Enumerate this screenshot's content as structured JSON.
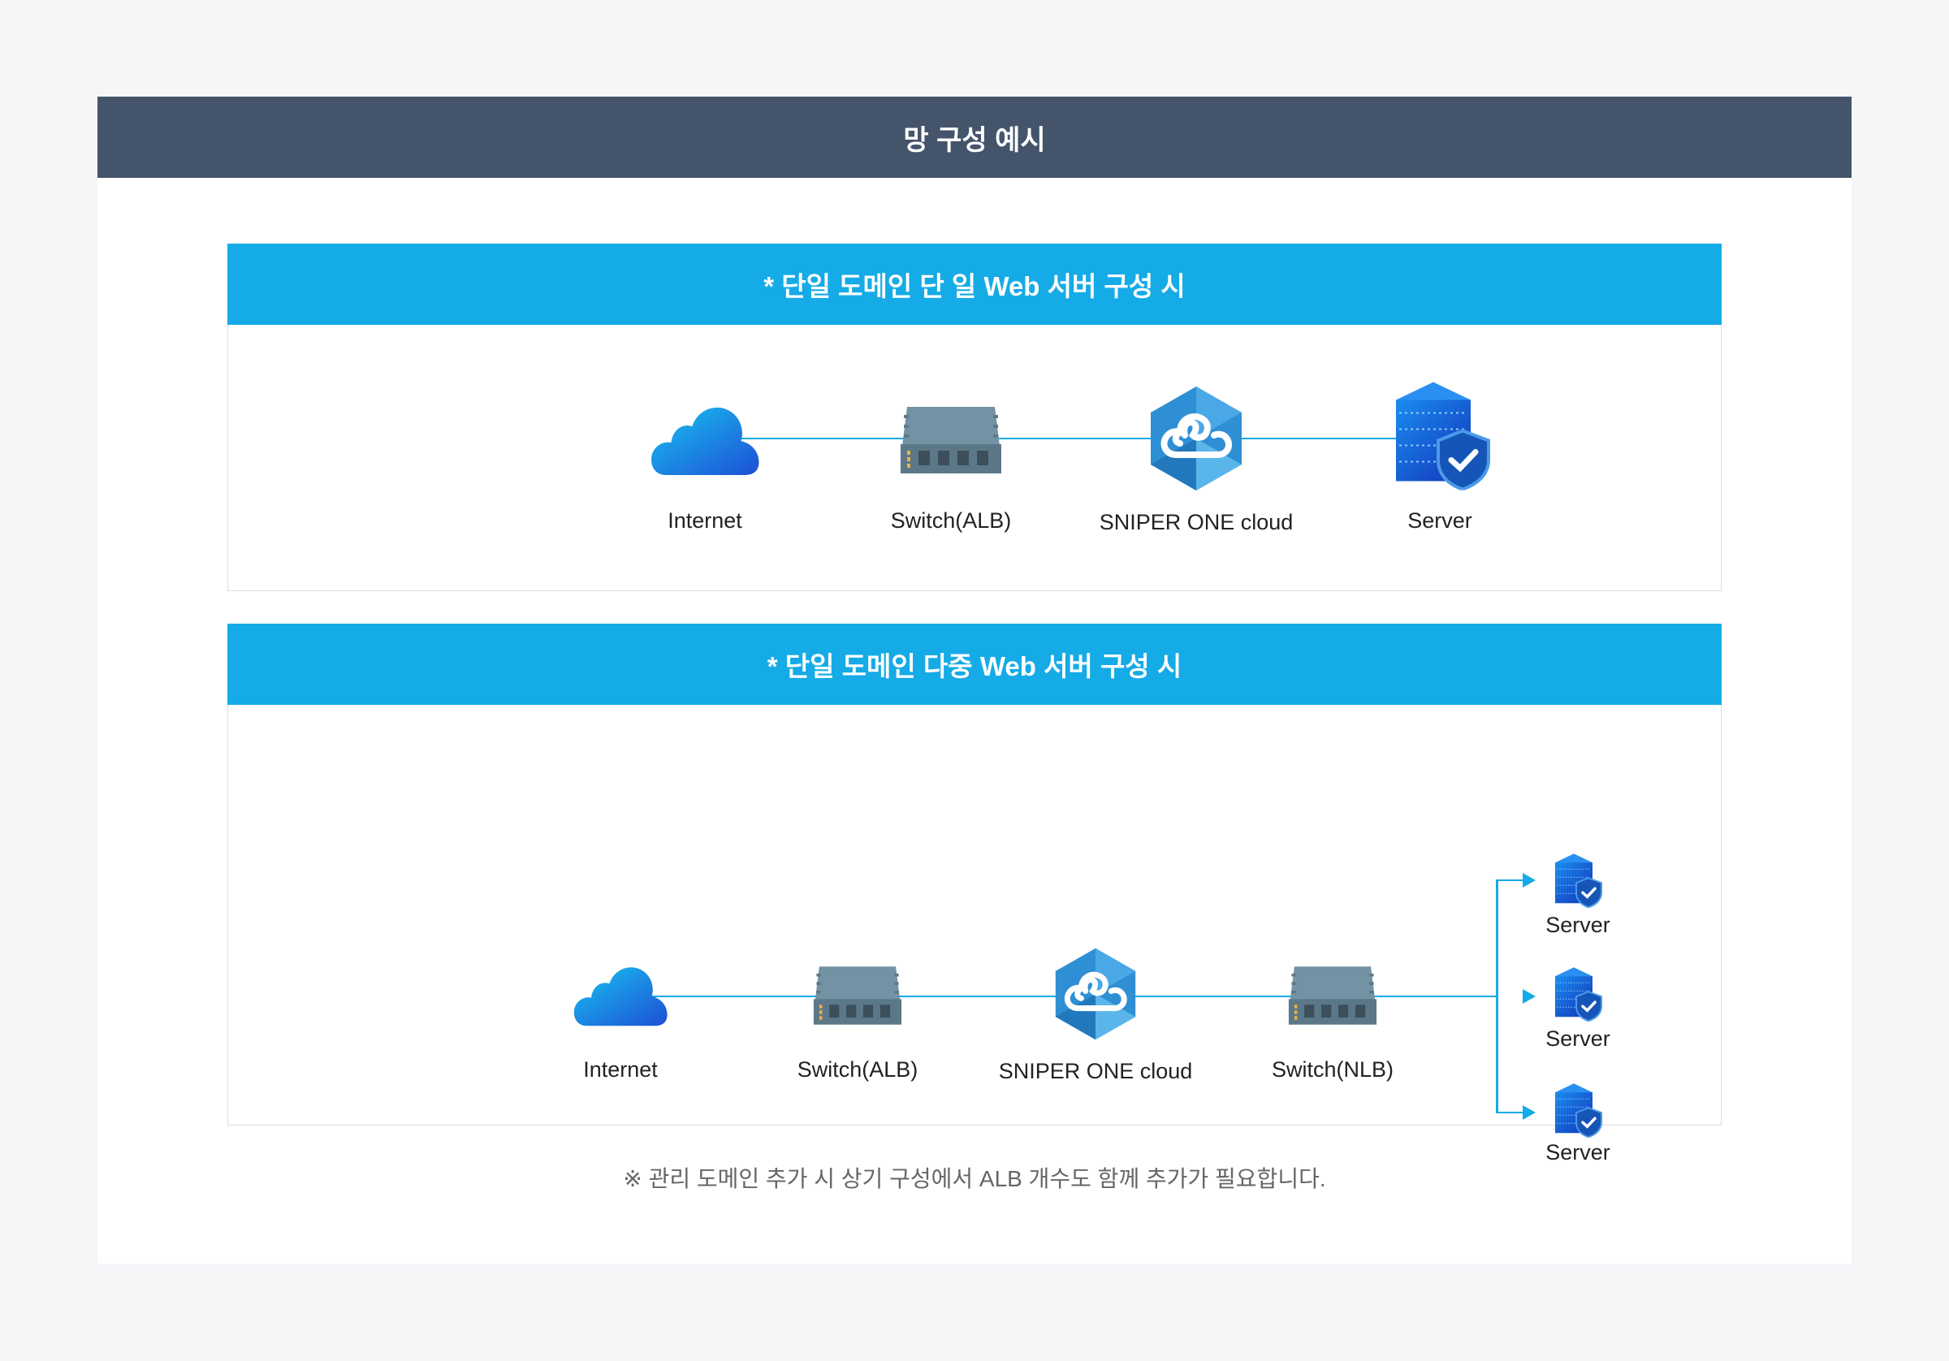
{
  "title": "망 구성 예시",
  "sections": [
    {
      "heading": "* 단일 도메인 단 일 Web 서버 구성 시",
      "nodes": [
        "Internet",
        "Switch(ALB)",
        "SNIPER ONE cloud",
        "Server"
      ]
    },
    {
      "heading": "* 단일 도메인 다중 Web 서버 구성 시",
      "nodes": [
        "Internet",
        "Switch(ALB)",
        "SNIPER ONE cloud",
        "Switch(NLB)"
      ],
      "servers": [
        "Server",
        "Server",
        "Server"
      ]
    }
  ],
  "footnote": "※ 관리 도메인 추가 시 상기 구성에서 ALB 개수도 함께 추가가 필요합니다.",
  "colors": {
    "header": "#44546a",
    "accent": "#15abe6"
  }
}
